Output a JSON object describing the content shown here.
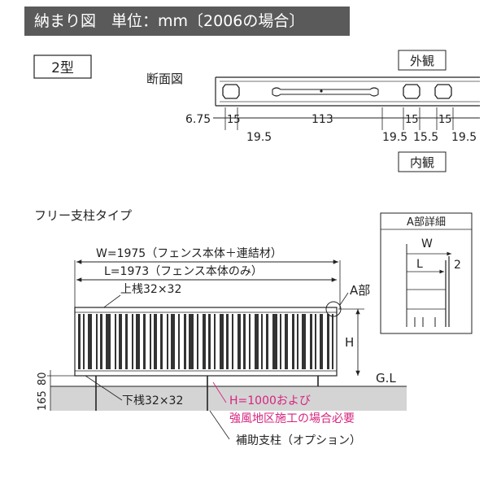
{
  "header": {
    "title": "納まり図　単位：mm〔2006の場合〕"
  },
  "type_box": "2型",
  "section": {
    "title": "断面図",
    "outer_label": "外観",
    "inner_label": "内観",
    "dims_top": [
      "6.75",
      "15",
      "113",
      "15",
      "15"
    ],
    "dims_bottom": [
      "19.5",
      "19.5",
      "15.5",
      "19.5"
    ]
  },
  "elevation": {
    "type_label": "フリー支柱タイプ",
    "w_label": "W=1975（フェンス本体＋連結材）",
    "l_label": "L=1973（フェンス本体のみ）",
    "top_rail": "上桟32×32",
    "bottom_rail": "下桟32×32",
    "a_part": "A部",
    "h_label": "H",
    "gl_label": "G.L",
    "dim_80": "80",
    "dim_165": "165",
    "note_line1": "H=1000および",
    "note_line2": "強風地区施工の場合必要",
    "note_color": "#d6247e",
    "post_label": "補助支柱（オプション）"
  },
  "detail": {
    "title": "A部詳細",
    "w": "W",
    "l": "L",
    "dim_2": "2"
  }
}
